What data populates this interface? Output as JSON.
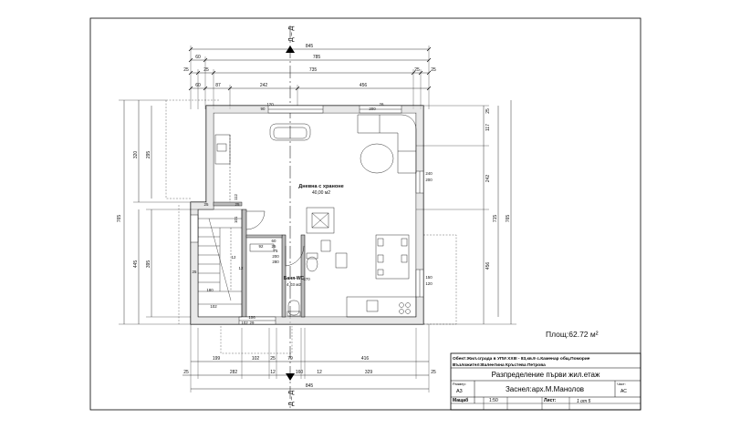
{
  "area_label": "Площ:62.72 м²",
  "section_marks": {
    "top": "Д – Д",
    "bottom": "Д – Д"
  },
  "dimensions": {
    "top_overall": "845",
    "top_row2": [
      "60",
      "785"
    ],
    "top_row3": [
      "25",
      "25",
      "735",
      "25",
      "25"
    ],
    "top_row4": [
      "60",
      "87",
      "242",
      "456"
    ],
    "bottom_row1": [
      "199",
      "102",
      "25",
      "79",
      "416"
    ],
    "bottom_row2": [
      "25",
      "282",
      "12",
      "160",
      "12",
      "329",
      "25"
    ],
    "bottom_overall": "845",
    "left_outer": "765",
    "left_upper": [
      "320",
      "295"
    ],
    "left_lower": [
      "445",
      "395"
    ],
    "right_inner": [
      "117",
      "242",
      "456",
      "25"
    ],
    "right_outer": [
      "715",
      "765"
    ],
    "misc": [
      "25",
      "25",
      "25",
      "102",
      "112",
      "101",
      "92",
      "25",
      "60",
      "200",
      "75",
      "280",
      "90",
      "120",
      "200",
      "26",
      "106",
      "102",
      "240",
      "200",
      "150",
      "120",
      "270",
      "12",
      "12",
      "180",
      "29"
    ]
  },
  "rooms": [
    {
      "name": "Дневна с храноне",
      "area": "40,00 м2"
    },
    {
      "name": "Баня-WC",
      "area": "4,03 м2"
    }
  ],
  "title_block": {
    "object_line": "Обект:Жил.сграда в УПИ XXIII - 83,кв.9 с.Каменар общ.Поморие",
    "client_line": "Възложител:Валентина Кръстева Петрова",
    "sheet_title": "Разпределение първи жил.етаж",
    "format_label": "Размер:",
    "format_value": "А3",
    "drawn_by": "Заснел:арх.М.Манолов",
    "part_label": "Част:",
    "part_value": "АС",
    "scale_label": "Мащаб",
    "scale_value": "1:50",
    "sheet_label": "Лист:",
    "sheet_value": "1 от 5"
  }
}
